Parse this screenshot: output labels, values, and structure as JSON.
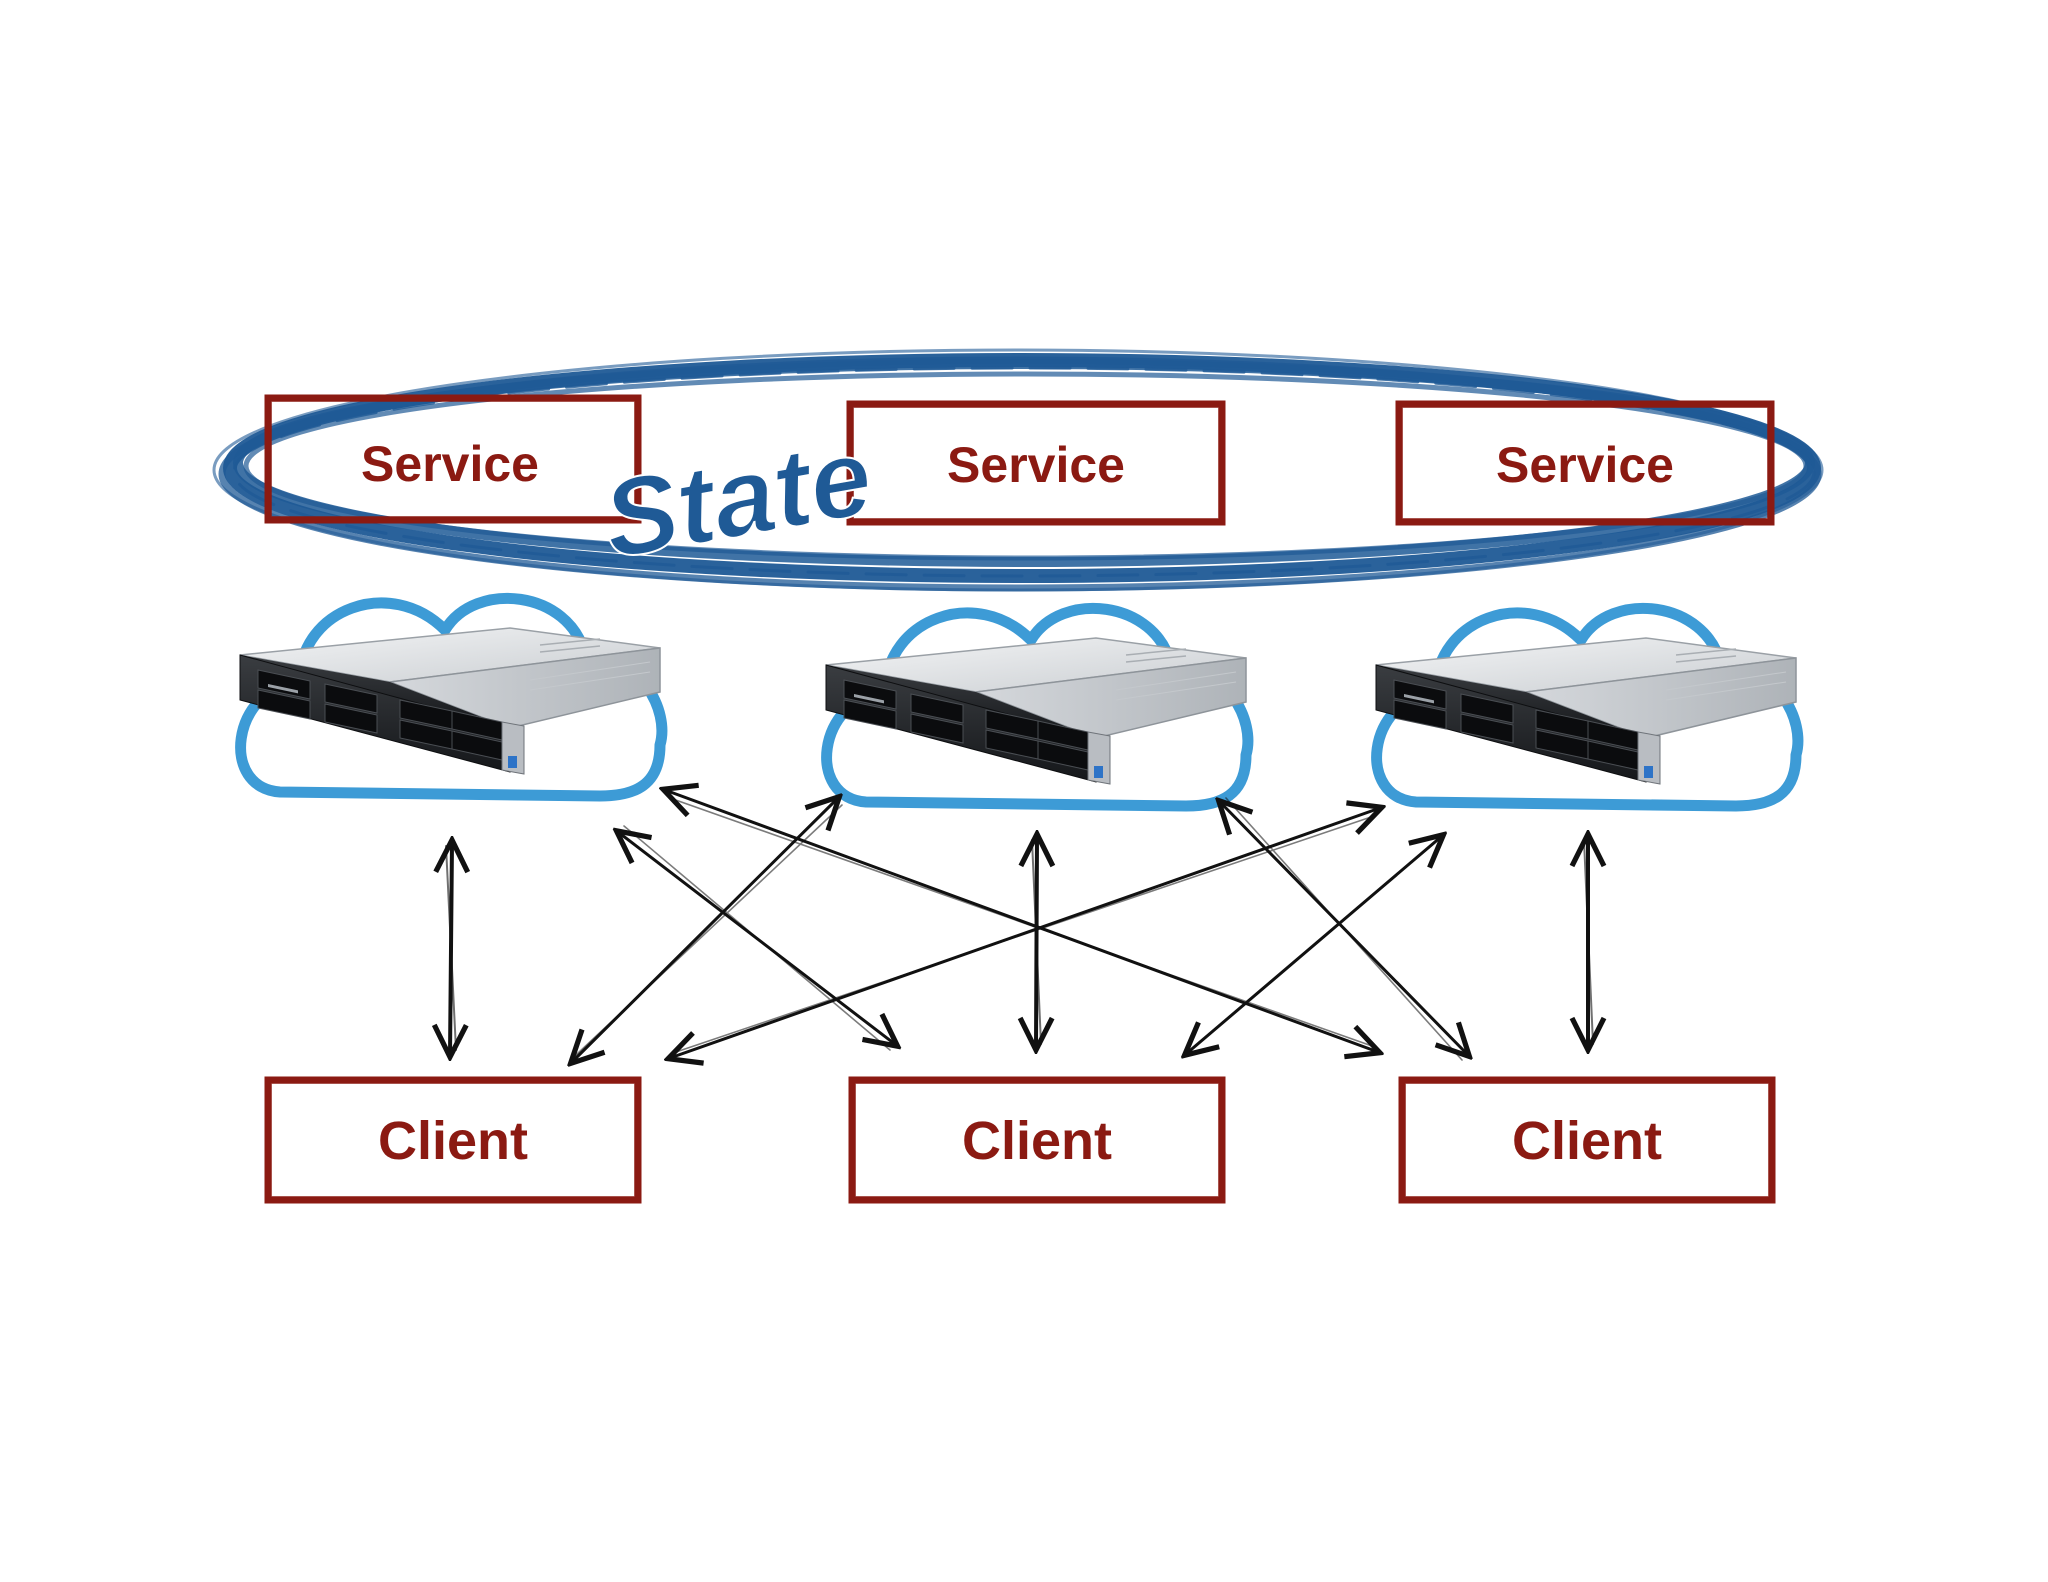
{
  "diagram": {
    "state_label": "State",
    "services": [
      {
        "label": "Service"
      },
      {
        "label": "Service"
      },
      {
        "label": "Service"
      }
    ],
    "clients": [
      {
        "label": "Client"
      },
      {
        "label": "Client"
      },
      {
        "label": "Client"
      }
    ],
    "servers": [
      {
        "icon": "rack-server-icon",
        "cloud": "cloud-icon"
      },
      {
        "icon": "rack-server-icon",
        "cloud": "cloud-icon"
      },
      {
        "icon": "rack-server-icon",
        "cloud": "cloud-icon"
      }
    ],
    "colors": {
      "box_border": "#8b1a12",
      "box_text": "#8b1a12",
      "state_ring": "#1f5a96",
      "cloud": "#3d9bd6",
      "arrows": "#111111"
    }
  }
}
